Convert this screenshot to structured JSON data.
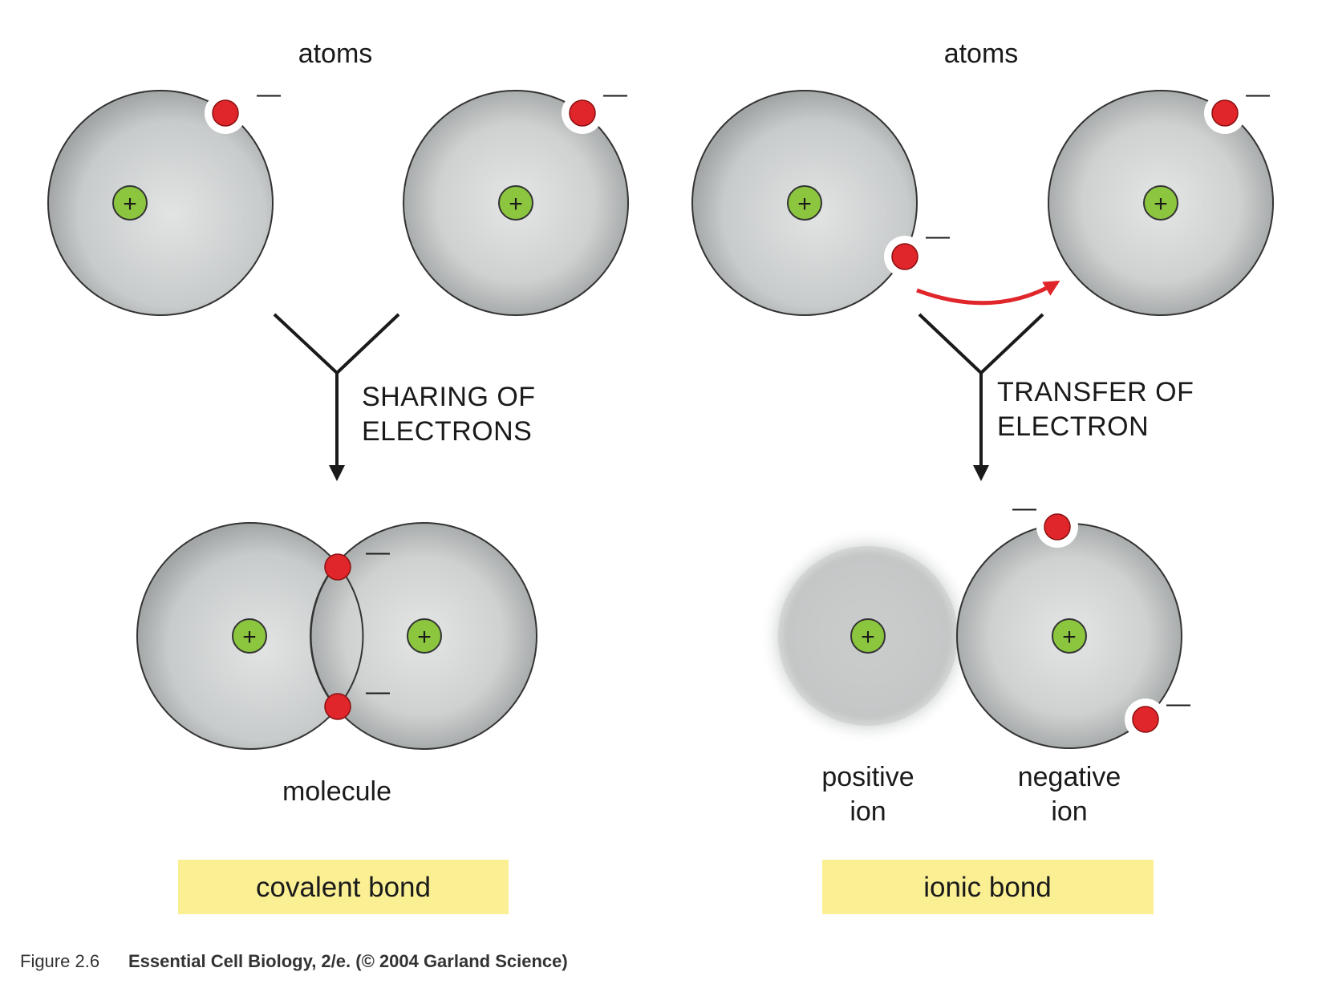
{
  "left": {
    "atoms_label": "atoms",
    "process_line1": "SHARING OF",
    "process_line2": "ELECTRONS",
    "result_label": "molecule",
    "bond_label": "covalent bond"
  },
  "right": {
    "atoms_label": "atoms",
    "process_line1": "TRANSFER OF",
    "process_line2": "ELECTRON",
    "positive_ion_line1": "positive",
    "positive_ion_line2": "ion",
    "negative_ion_line1": "negative",
    "negative_ion_line2": "ion",
    "bond_label": "ionic bond"
  },
  "symbols": {
    "plus": "+",
    "minus": "—"
  },
  "caption": {
    "figure": "Figure 2.6",
    "source": "Essential Cell Biology, 2/e. (© 2004 Garland Science)"
  },
  "colors": {
    "electron": "#e0262b",
    "nucleus": "#8cc63f",
    "atom_gray": "#c5c8c8",
    "bond_highlight": "#fbef94",
    "transfer_arrow": "#e0262b"
  }
}
